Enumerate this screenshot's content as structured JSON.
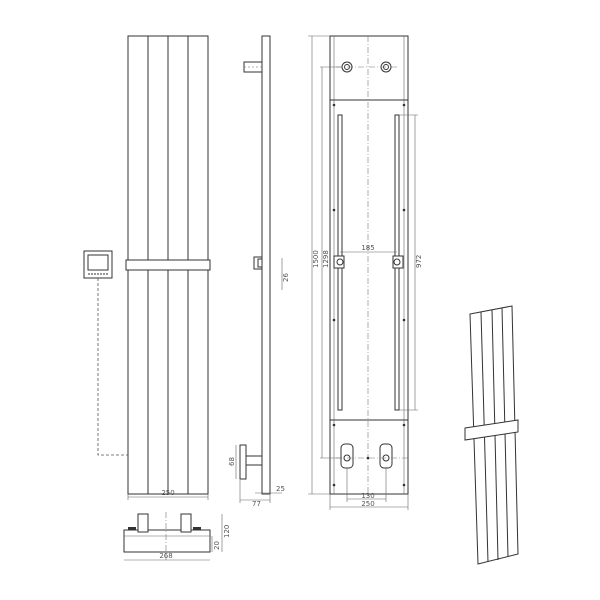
{
  "drawing": {
    "views": [
      "front",
      "side",
      "rear",
      "top",
      "isometric"
    ],
    "dimensions": {
      "front_width": "250",
      "side_bracket_spacing": "26",
      "side_foot_height": "68",
      "side_wall_gap": "25",
      "side_depth": "77",
      "rear_height": "1500",
      "rear_fitting_spacing": "1298",
      "rear_bracket_spacing": "185",
      "rear_slot_length": "972",
      "rear_pipe_centres": "130",
      "rear_width": "250",
      "top_width": "268",
      "top_depth": "120",
      "top_panel_depth": "20"
    },
    "line_color": "#333333"
  }
}
